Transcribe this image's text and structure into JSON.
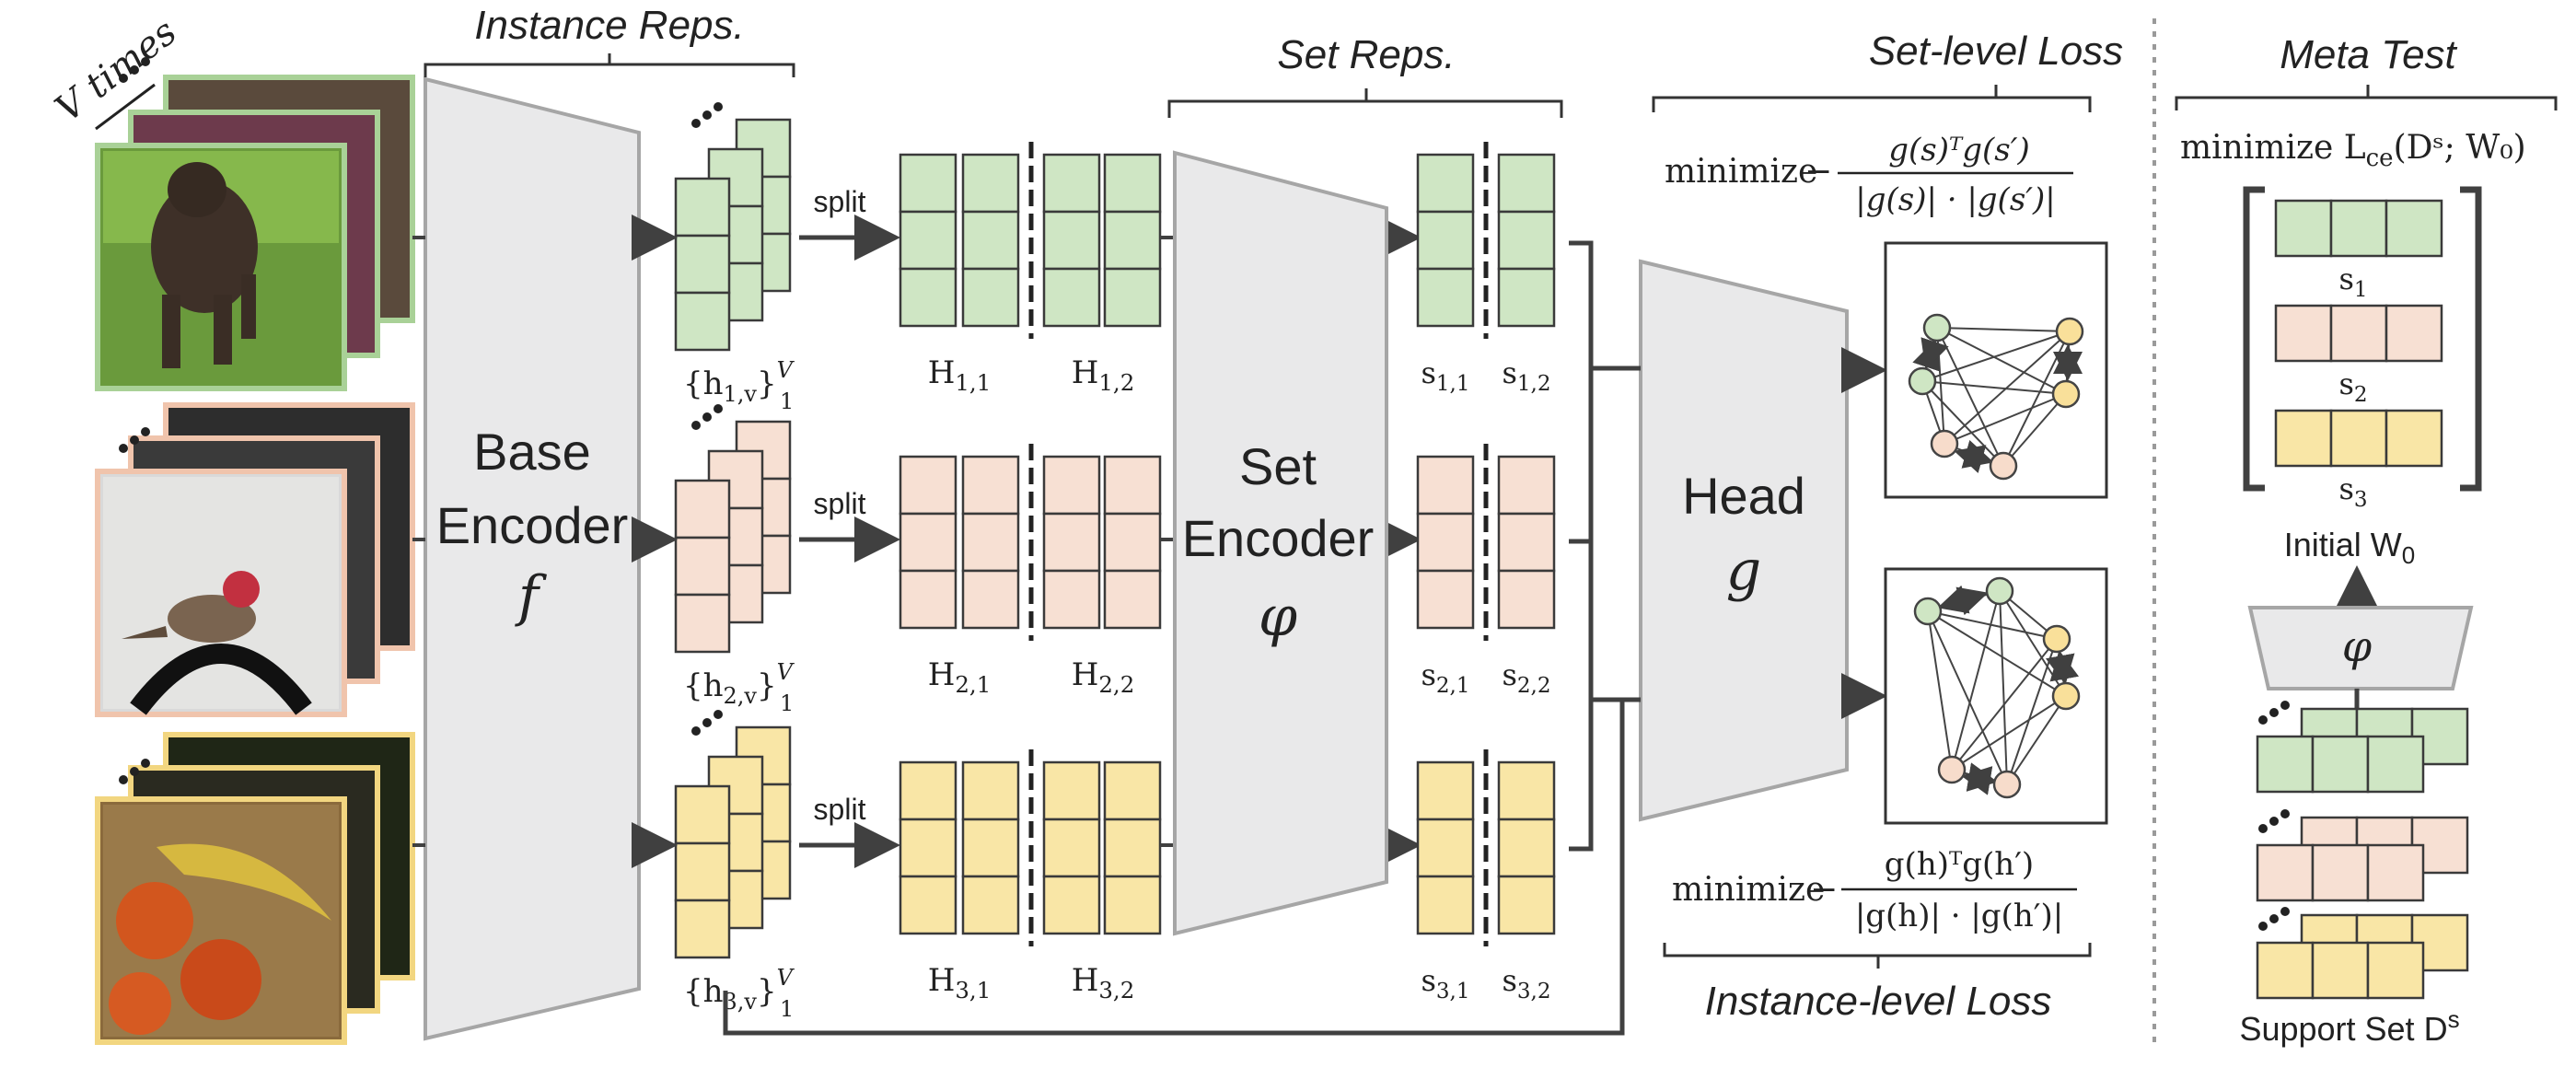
{
  "headers": {
    "instance_reps": "Instance Reps.",
    "set_reps": "Set Reps.",
    "set_level_loss": "Set-level Loss",
    "instance_level_loss": "Instance-level Loss",
    "meta_test": "Meta Test"
  },
  "v_times": "V times",
  "encoders": {
    "base": [
      "Base",
      "Encoder",
      "f"
    ],
    "set": [
      "Set",
      "Encoder",
      "φ"
    ],
    "head": [
      "Head",
      "g"
    ]
  },
  "split_label": "split",
  "rows": [
    {
      "color": "green",
      "h_set": {
        "base": "h",
        "sub": "1,v",
        "sup": "V",
        "lower": "1"
      },
      "H": [
        [
          "H",
          "1,1"
        ],
        [
          "H",
          "1,2"
        ]
      ],
      "s": [
        [
          "s",
          "1,1"
        ],
        [
          "s",
          "1,2"
        ]
      ]
    },
    {
      "color": "peach",
      "h_set": {
        "base": "h",
        "sub": "2,v",
        "sup": "V",
        "lower": "1"
      },
      "H": [
        [
          "H",
          "2,1"
        ],
        [
          "H",
          "2,2"
        ]
      ],
      "s": [
        [
          "s",
          "2,1"
        ],
        [
          "s",
          "2,2"
        ]
      ]
    },
    {
      "color": "yellow",
      "h_set": {
        "base": "h",
        "sub": "3,v",
        "sup": "V",
        "lower": "1"
      },
      "H": [
        [
          "H",
          "3,1"
        ],
        [
          "H",
          "3,2"
        ]
      ],
      "s": [
        [
          "s",
          "3,1"
        ],
        [
          "s",
          "3,2"
        ]
      ]
    }
  ],
  "set_loss": {
    "minimize": "minimize",
    "minus": "−",
    "numerator": "g(s)ᵀg(s′)",
    "denominator": "|g(s)| · |g(s′)|"
  },
  "instance_loss": {
    "minimize": "minimize",
    "minus": "−",
    "numerator": "g(h)ᵀg(h′)",
    "denominator": "|g(h)| · |g(h′)|"
  },
  "meta": {
    "objective": "minimize L",
    "objective_sub": "ce",
    "objective_args": "(Dˢ; W₀)",
    "s_labels": [
      [
        "s",
        "1"
      ],
      [
        "s",
        "2"
      ],
      [
        "s",
        "3"
      ]
    ],
    "initial": "Initial W",
    "initial_sub": "0",
    "phi": "φ",
    "support": "Support Set D",
    "support_sup": "s"
  },
  "colors": {
    "green_fill": "#cfe6c4",
    "green_edge": "#a9d197",
    "peach_fill": "#f7e0d3",
    "peach_edge": "#f0c4ac",
    "yellow_fill": "#f9e6a6",
    "yellow_edge": "#f2d680",
    "encoder_fill": "#e9e9ea",
    "encoder_edge": "#a6a6a6",
    "line": "#404040",
    "node_green": "#cfe6c4",
    "node_yellow": "#f9e09a",
    "node_peach": "#f7dccb"
  }
}
